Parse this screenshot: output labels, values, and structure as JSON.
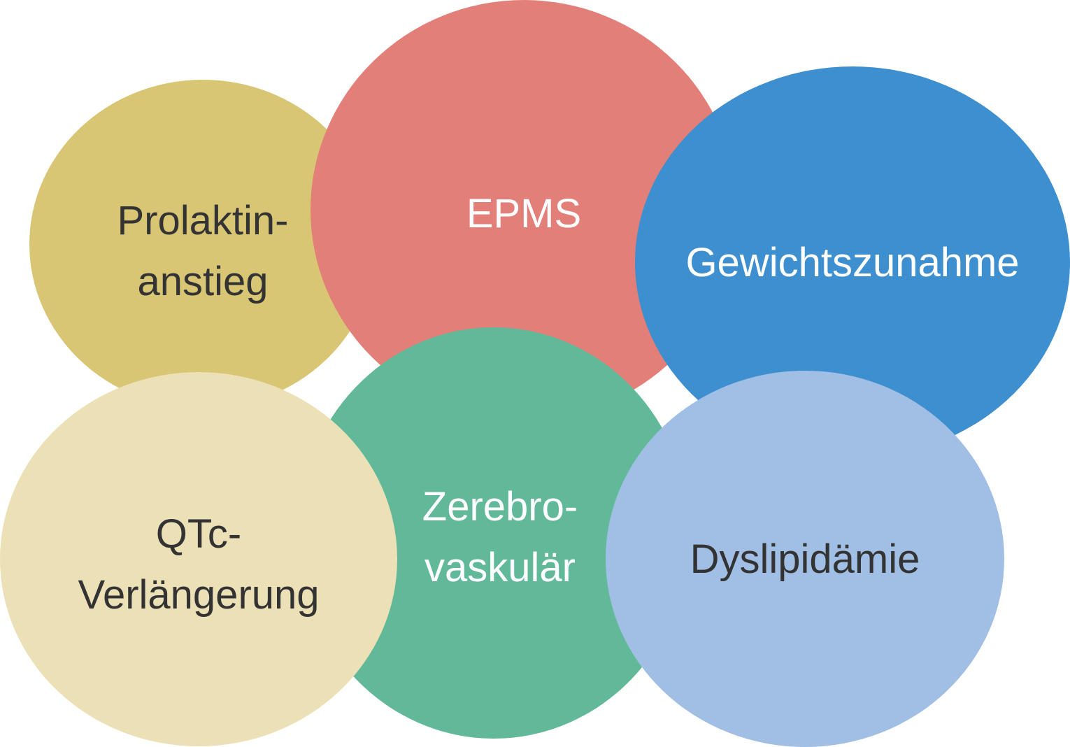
{
  "diagram": {
    "bubbles": [
      {
        "id": "prolaktin",
        "lines": [
          "Prolaktin-",
          "anstieg"
        ],
        "fill": "#D8C674",
        "text_color": "#333333"
      },
      {
        "id": "epms",
        "lines": [
          "EPMS"
        ],
        "fill": "#E37F79",
        "text_color": "#FFFFFF"
      },
      {
        "id": "gewicht",
        "lines": [
          "Gewichtszunahme"
        ],
        "fill": "#3E8FCF",
        "text_color": "#FFFFFF"
      },
      {
        "id": "zerebro",
        "lines": [
          "Zerebro-",
          "vaskulär"
        ],
        "fill": "#62B99A",
        "text_color": "#FFFFFF"
      },
      {
        "id": "dyslip",
        "lines": [
          "Dyslipidämie"
        ],
        "fill": "#A1BFE4",
        "text_color": "#333333"
      },
      {
        "id": "qtc",
        "lines": [
          "QTc-",
          "Verlängerung"
        ],
        "fill": "#EBE0B6",
        "text_color": "#333333"
      }
    ]
  }
}
